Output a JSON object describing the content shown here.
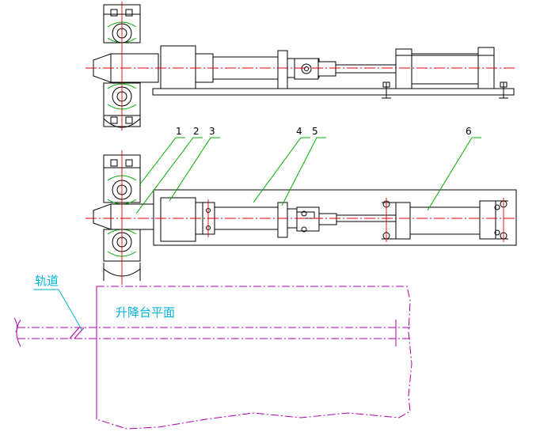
{
  "labels": {
    "part1": "1",
    "part2": "2",
    "part3": "3",
    "part4": "4",
    "part5": "5",
    "part6": "6",
    "rail": "轨道",
    "platform": "升降台平面"
  },
  "colors": {
    "outline": "#000000",
    "centerline": "#e00000",
    "leader": "#00b000",
    "platform": "#b000b0",
    "annotation": "#00b4dc"
  }
}
